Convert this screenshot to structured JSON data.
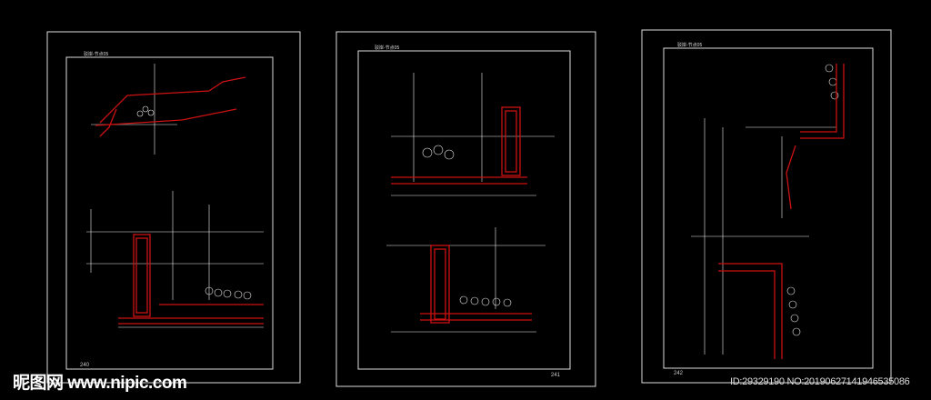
{
  "sheets": [
    {
      "title": "驳岸-节点05",
      "page_number": "240"
    },
    {
      "title": "驳岸-节点05",
      "page_number": "241"
    },
    {
      "title": "驳岸-节点05",
      "page_number": "242"
    }
  ],
  "watermark": {
    "site": "昵图网 www.nipic.com",
    "id_text": "ID:29329190 NO:20190627141946535086"
  },
  "colors": {
    "background": "#000000",
    "line": "#ffffff",
    "accent": "#cc1111"
  }
}
